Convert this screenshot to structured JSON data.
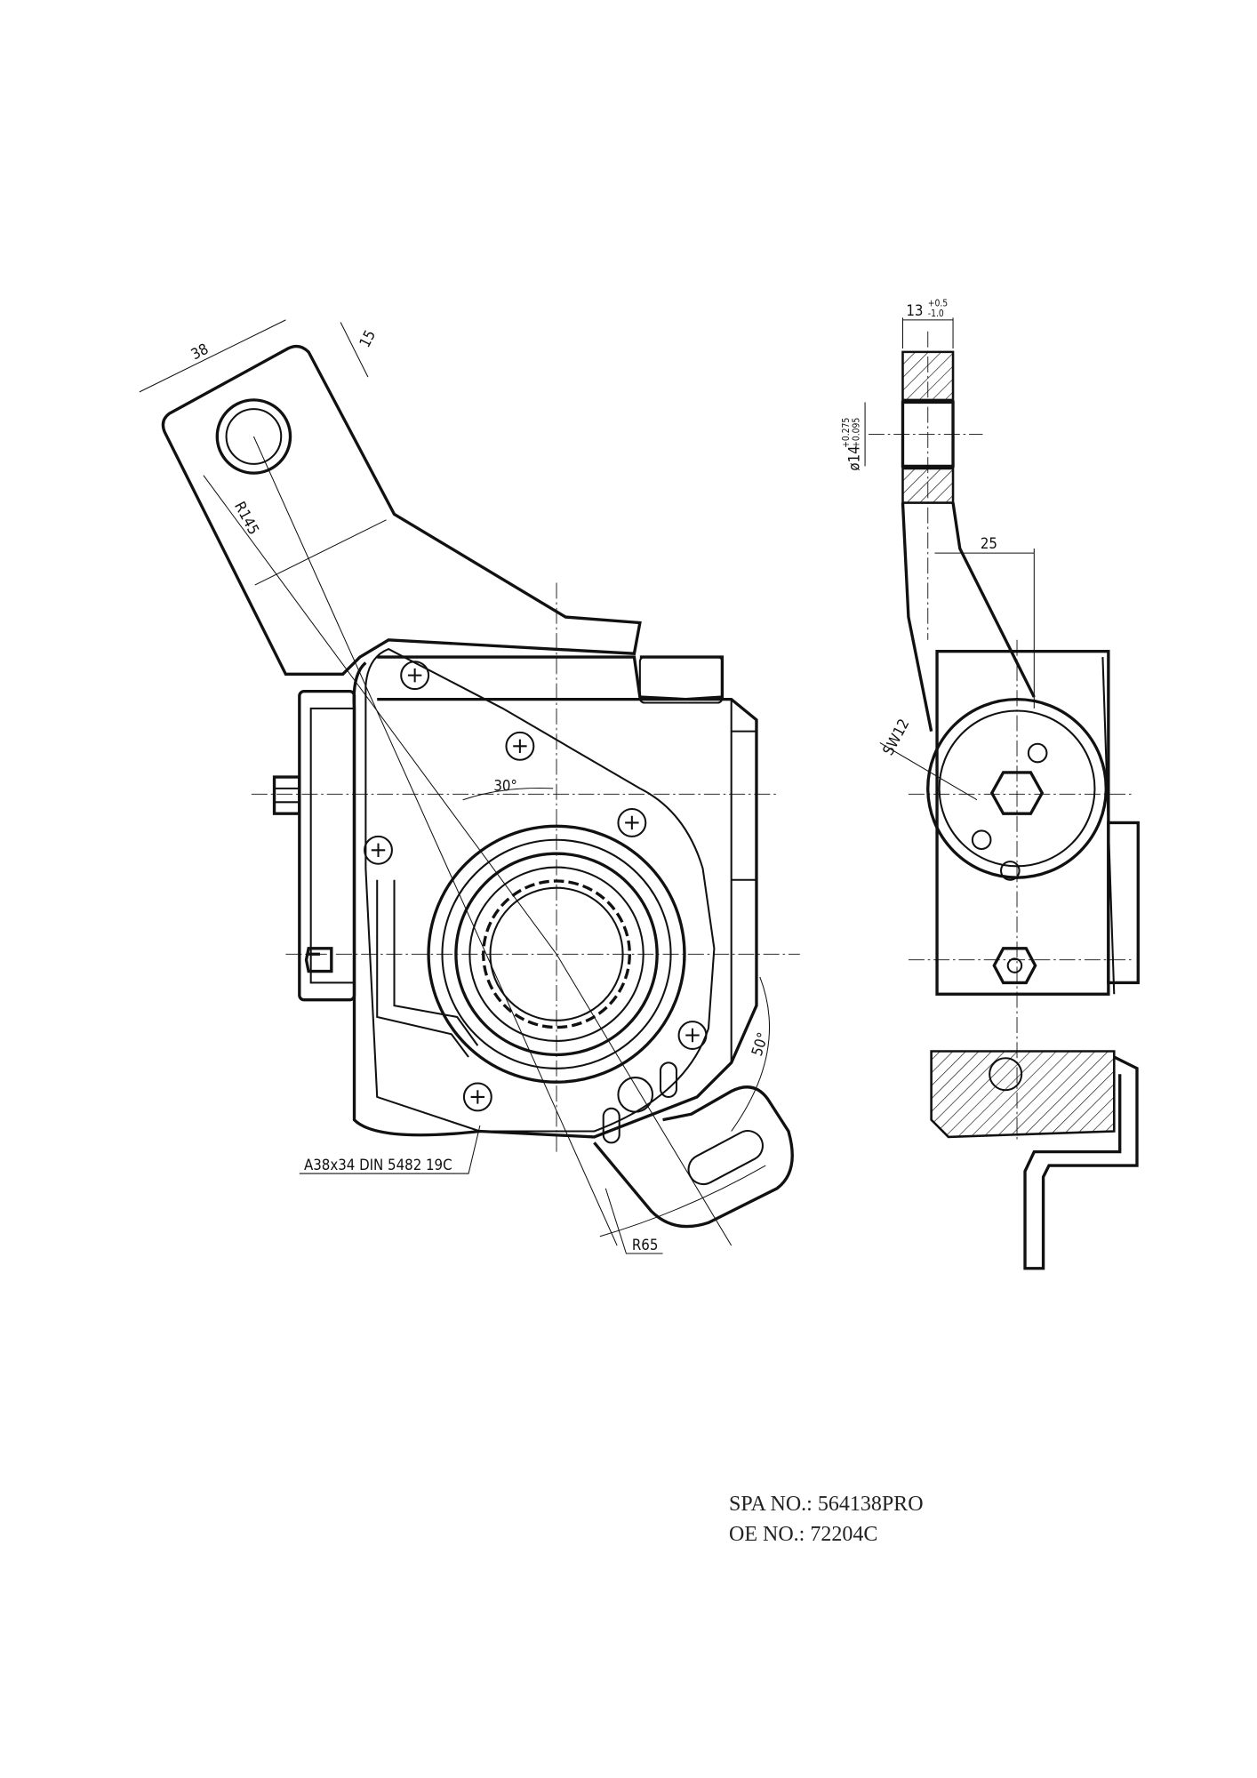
{
  "drawing": {
    "front_view": {
      "dim_arm_width": "38",
      "dim_arm_offset": "15",
      "dim_radius_arm": "R145",
      "dim_angle_top": "30°",
      "dim_angle_bottom": "50°",
      "spline_callout": "A38x34 DIN 5482  19C",
      "dim_radius_bracket": "R65"
    },
    "side_view": {
      "dim_thickness": "13",
      "dim_thickness_upper_tol": "+0.5",
      "dim_thickness_lower_tol": "-1.0",
      "dim_hole": "ø14",
      "dim_hole_upper_tol": "+0.275",
      "dim_hole_lower_tol": "+0.095",
      "dim_offset": "25",
      "dim_wrench": "SW12"
    }
  },
  "labels": {
    "spa_no": "SPA NO.: 564138PRO",
    "oe_no": "OE NO.: 72204C"
  }
}
